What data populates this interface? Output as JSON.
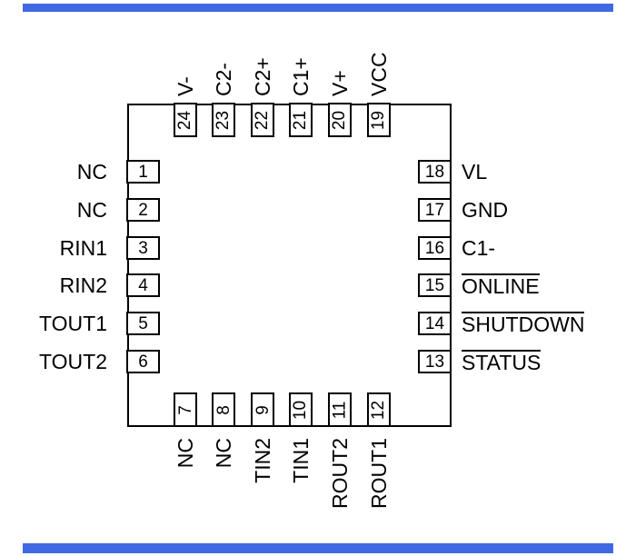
{
  "colors": {
    "accent_bar": "#4169e1",
    "line": "#000000",
    "background": "#ffffff"
  },
  "chip": {
    "left_pins": [
      {
        "number": "1",
        "label": "NC"
      },
      {
        "number": "2",
        "label": "NC"
      },
      {
        "number": "3",
        "label": "RIN1"
      },
      {
        "number": "4",
        "label": "RIN2"
      },
      {
        "number": "5",
        "label": "TOUT1"
      },
      {
        "number": "6",
        "label": "TOUT2"
      }
    ],
    "right_pins": [
      {
        "number": "18",
        "label": "VL",
        "overline": false
      },
      {
        "number": "17",
        "label": "GND",
        "overline": false
      },
      {
        "number": "16",
        "label": "C1-",
        "overline": false
      },
      {
        "number": "15",
        "label": "ONLINE",
        "overline": true
      },
      {
        "number": "14",
        "label": "SHUTDOWN",
        "overline": true
      },
      {
        "number": "13",
        "label": "STATUS",
        "overline": true
      }
    ],
    "top_pins": [
      {
        "number": "24",
        "label": "V-"
      },
      {
        "number": "23",
        "label": "C2-"
      },
      {
        "number": "22",
        "label": "C2+"
      },
      {
        "number": "21",
        "label": "C1+"
      },
      {
        "number": "20",
        "label": "V+"
      },
      {
        "number": "19",
        "label": "VCC"
      }
    ],
    "bottom_pins": [
      {
        "number": "7",
        "label": "NC"
      },
      {
        "number": "8",
        "label": "NC"
      },
      {
        "number": "9",
        "label": "TIN2"
      },
      {
        "number": "10",
        "label": "TIN1"
      },
      {
        "number": "11",
        "label": "ROUT2"
      },
      {
        "number": "12",
        "label": "ROUT1"
      }
    ]
  }
}
